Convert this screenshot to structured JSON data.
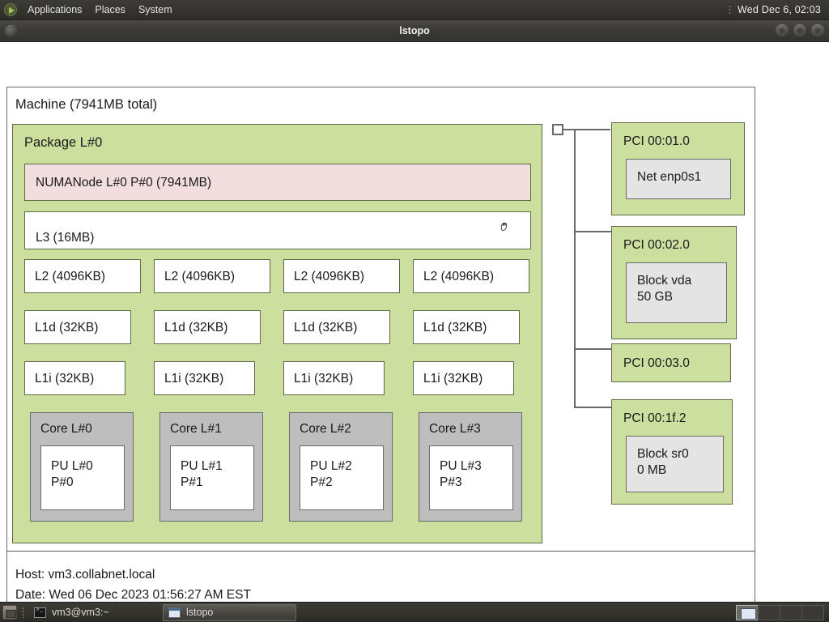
{
  "desktop": {
    "panel": {
      "logo_icon": "gnome-foot-icon",
      "menus": [
        "Applications",
        "Places",
        "System"
      ],
      "clock": "Wed Dec  6, 02:03"
    },
    "taskbar": {
      "show_desktop_icon": "show-desktop-icon",
      "tasks": [
        {
          "label": "vm3@vm3:~",
          "icon": "terminal-icon",
          "active": false
        },
        {
          "label": "lstopo",
          "icon": "window-icon",
          "active": true
        }
      ],
      "workspaces": [
        "1",
        "2",
        "3",
        "4"
      ],
      "active_workspace": 0
    }
  },
  "window": {
    "title": "lstopo",
    "icon": "window-menu-icon",
    "buttons": [
      "minimize",
      "maximize",
      "close"
    ]
  },
  "topology": {
    "machine": {
      "label": "Machine (7941MB total)"
    },
    "package": {
      "label": "Package L#0"
    },
    "numanode": {
      "label": "NUMANode L#0 P#0 (7941MB)"
    },
    "l3": {
      "label": "L3 (16MB)"
    },
    "l2": [
      {
        "label": "L2 (4096KB)"
      },
      {
        "label": "L2 (4096KB)"
      },
      {
        "label": "L2 (4096KB)"
      },
      {
        "label": "L2 (4096KB)"
      }
    ],
    "l1d": [
      {
        "label": "L1d (32KB)"
      },
      {
        "label": "L1d (32KB)"
      },
      {
        "label": "L1d (32KB)"
      },
      {
        "label": "L1d (32KB)"
      }
    ],
    "l1i": [
      {
        "label": "L1i (32KB)"
      },
      {
        "label": "L1i (32KB)"
      },
      {
        "label": "L1i (32KB)"
      },
      {
        "label": "L1i (32KB)"
      }
    ],
    "cores": [
      {
        "label": "Core L#0",
        "pu": "PU L#0\nP#0"
      },
      {
        "label": "Core L#1",
        "pu": "PU L#1\nP#1"
      },
      {
        "label": "Core L#2",
        "pu": "PU L#2\nP#2"
      },
      {
        "label": "Core L#3",
        "pu": "PU L#3\nP#3"
      }
    ],
    "pci": [
      {
        "label": "PCI 00:01.0",
        "child": "Net enp0s1"
      },
      {
        "label": "PCI 00:02.0",
        "child": "Block vda\n50 GB"
      },
      {
        "label": "PCI 00:03.0",
        "child": null
      },
      {
        "label": "PCI 00:1f.2",
        "child": "Block sr0\n0 MB"
      }
    ],
    "footer": {
      "host": "Host: vm3.collabnet.local",
      "date": "Date: Wed 06 Dec 2023 01:56:27 AM EST"
    }
  },
  "colors": {
    "object_green": "#ccdf9f",
    "numa_pink": "#f2dede",
    "core_grey": "#bebebe",
    "child_grey": "#e4e4e4",
    "border": "#5e6b42",
    "panel_dark": "#35342f"
  }
}
